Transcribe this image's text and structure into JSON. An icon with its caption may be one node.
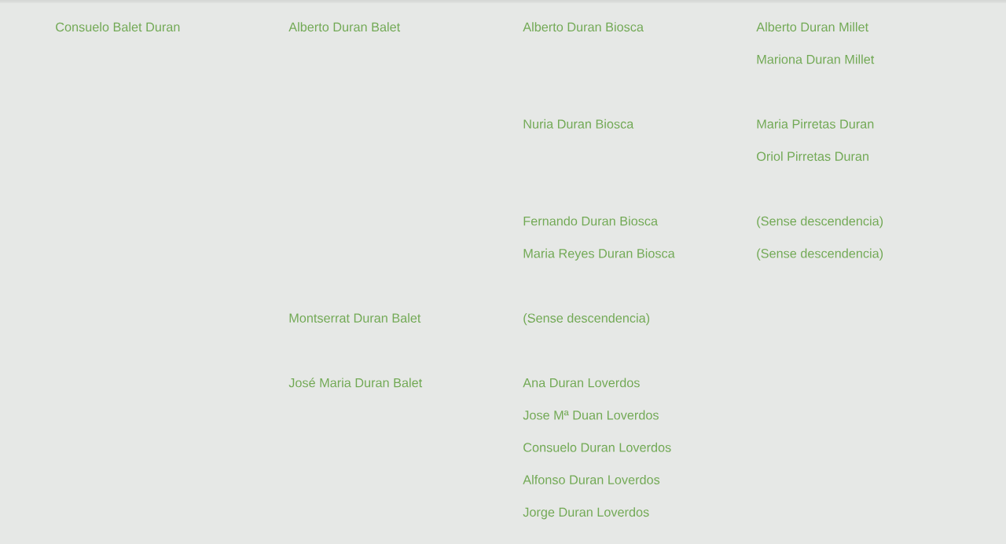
{
  "diagram": {
    "labels": [
      "Consuelo Balet Duran",
      "Alberto Duran Balet",
      "Alberto Duran Biosca",
      "Alberto Duran Millet",
      "Mariona Duran Millet",
      "Nuria Duran Biosca",
      "Maria Pirretas Duran",
      "Oriol Pirretas Duran",
      "Fernando Duran Biosca",
      "(Sense descendencia)",
      "Maria Reyes Duran Biosca",
      "(Sense descendencia)",
      "Montserrat Duran Balet",
      "(Sense descendencia)",
      "José Maria Duran Balet",
      "Ana Duran Loverdos",
      "Jose Mª Duan Loverdos",
      "Consuelo Duran Loverdos",
      "Alfonso Duran Loverdos",
      "Jorge Duran Loverdos"
    ]
  }
}
